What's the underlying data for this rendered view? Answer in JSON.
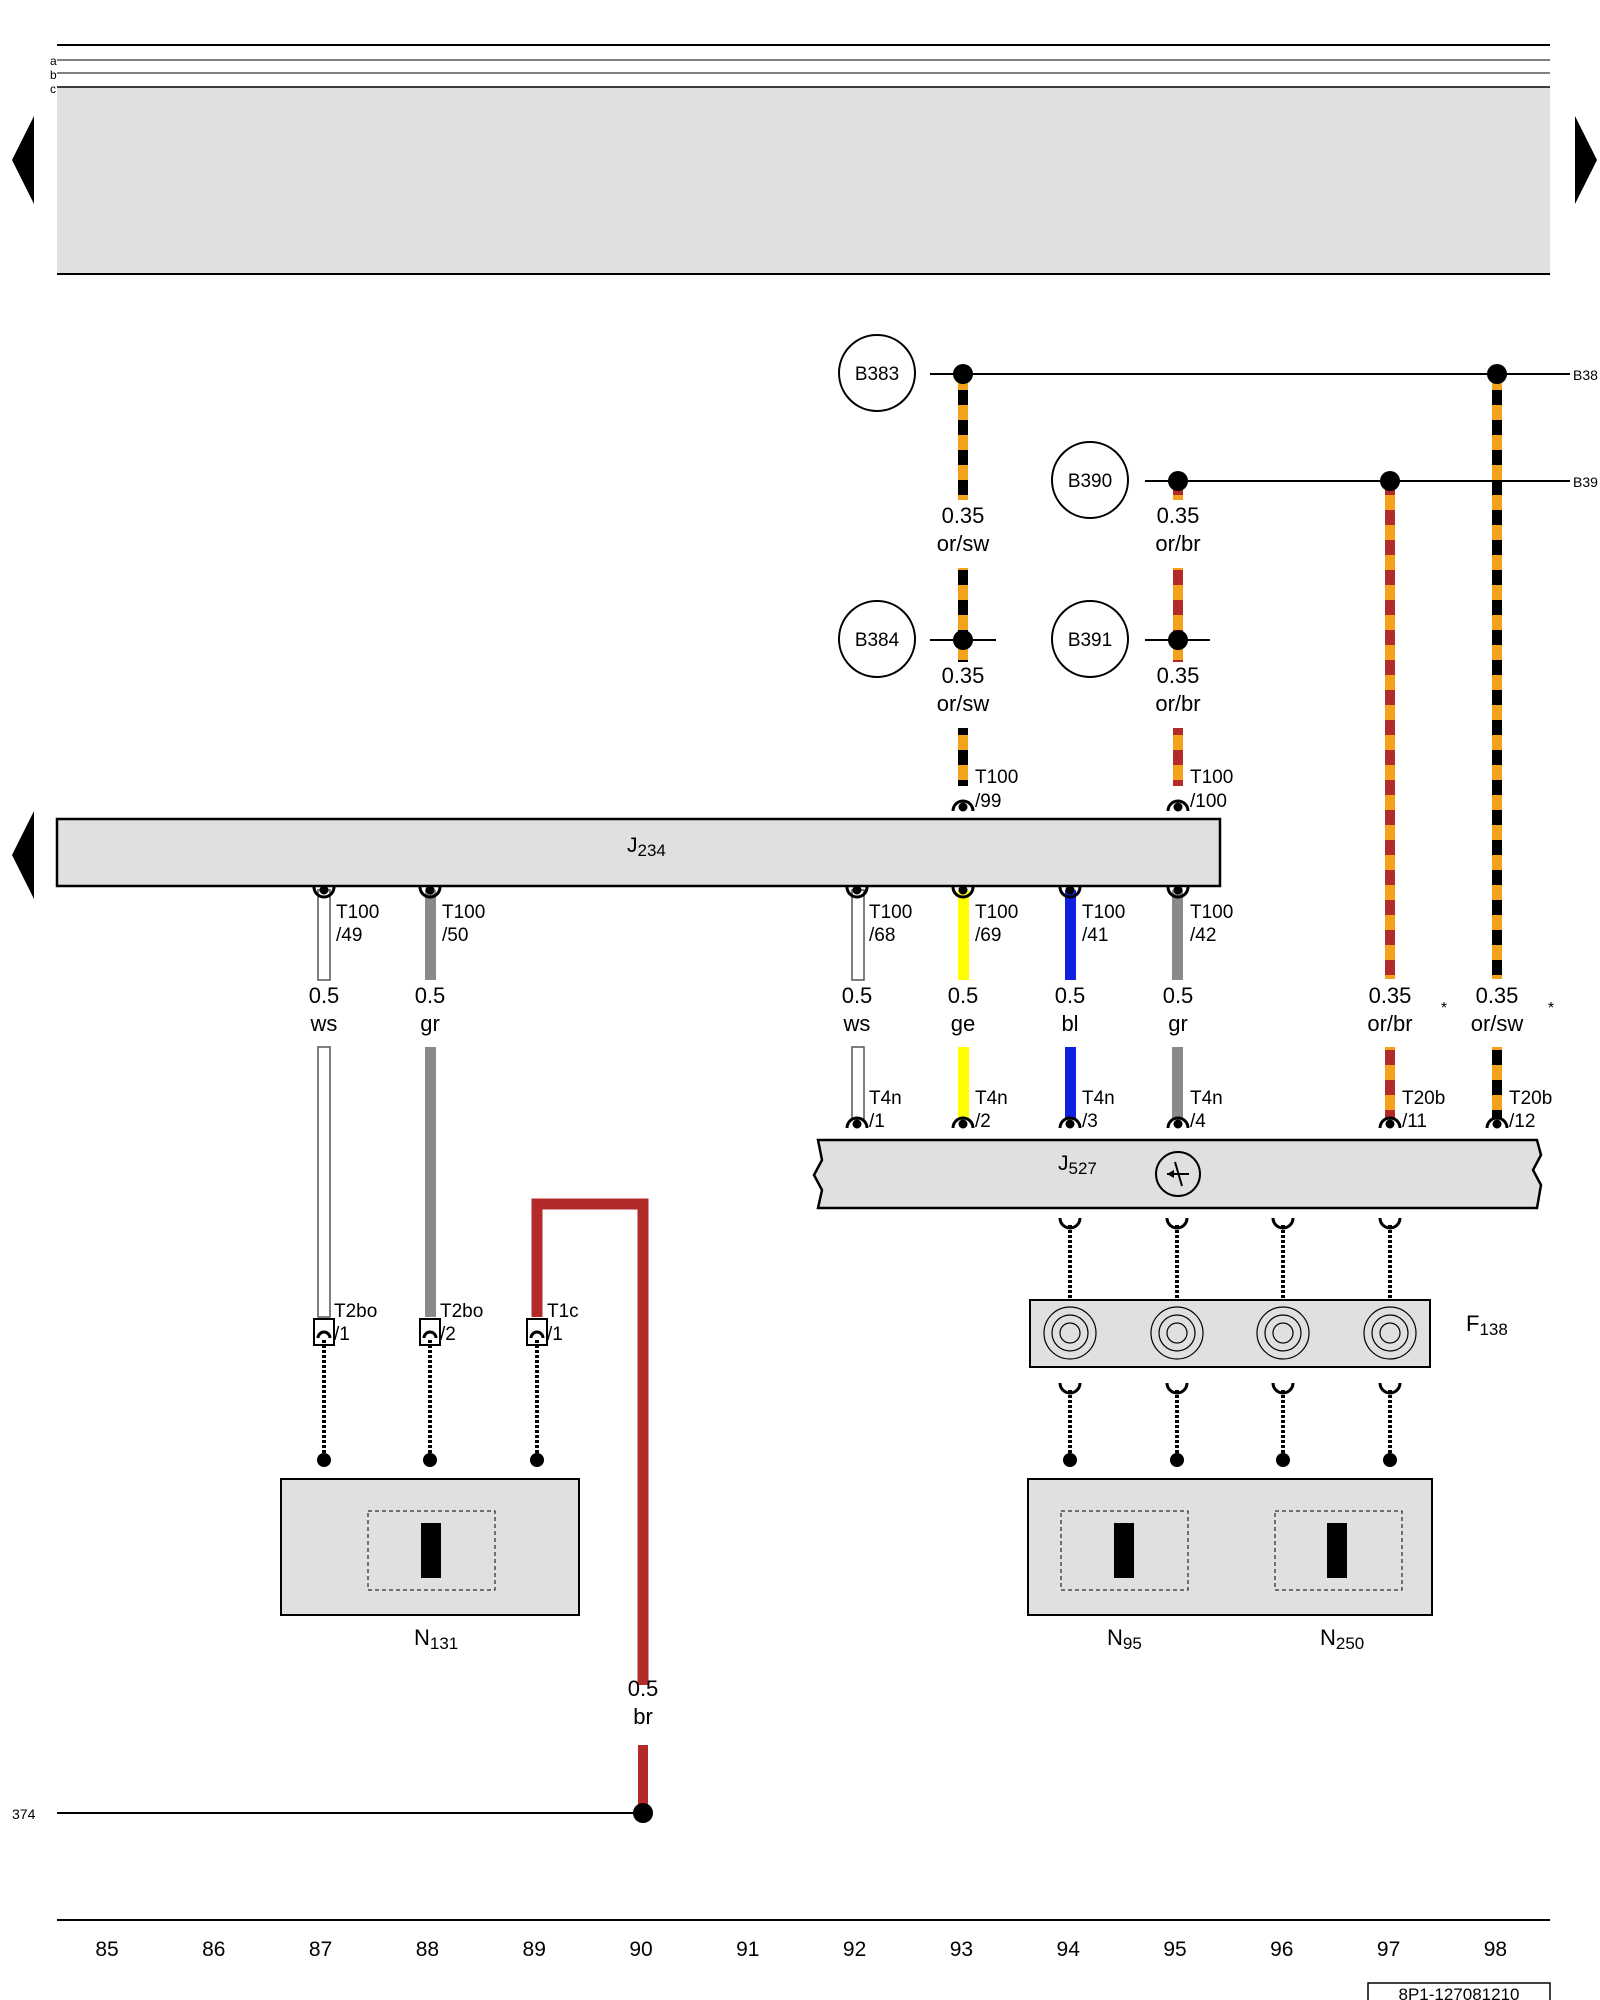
{
  "header": {
    "row_labels": [
      "a",
      "b",
      "c"
    ]
  },
  "components": {
    "J234": {
      "prefix": "J",
      "sub": "234"
    },
    "J527": {
      "prefix": "J",
      "sub": "527"
    },
    "F138": {
      "prefix": "F",
      "sub": "138"
    },
    "N131": {
      "prefix": "N",
      "sub": "131"
    },
    "N95": {
      "prefix": "N",
      "sub": "95"
    },
    "N250": {
      "prefix": "N",
      "sub": "250"
    }
  },
  "nodes": {
    "B383": "B383",
    "B390": "B390",
    "B384": "B384",
    "B391": "B391",
    "edge_right_1": "B38",
    "edge_right_2": "B39",
    "edge_left_374": "374"
  },
  "wires": {
    "w93a": {
      "size": "0.35",
      "color": "or/sw"
    },
    "w95a": {
      "size": "0.35",
      "color": "or/br"
    },
    "w93b": {
      "size": "0.35",
      "color": "or/sw"
    },
    "w95b": {
      "size": "0.35",
      "color": "or/br"
    },
    "w87": {
      "size": "0.5",
      "color": "ws"
    },
    "w88": {
      "size": "0.5",
      "color": "gr"
    },
    "w92": {
      "size": "0.5",
      "color": "ws"
    },
    "w93": {
      "size": "0.5",
      "color": "ge"
    },
    "w94": {
      "size": "0.5",
      "color": "bl"
    },
    "w95": {
      "size": "0.5",
      "color": "gr"
    },
    "w97": {
      "size": "0.35",
      "color": "or/br",
      "mark": "*"
    },
    "w98": {
      "size": "0.35",
      "color": "or/sw",
      "mark": "*"
    },
    "w90": {
      "size": "0.5",
      "color": "br"
    }
  },
  "connectors": {
    "c93_top": {
      "a": "T100",
      "b": "/99"
    },
    "c95_top": {
      "a": "T100",
      "b": "/100"
    },
    "c87": {
      "a": "T100",
      "b": "/49"
    },
    "c88": {
      "a": "T100",
      "b": "/50"
    },
    "c92": {
      "a": "T100",
      "b": "/68"
    },
    "c93": {
      "a": "T100",
      "b": "/69"
    },
    "c94": {
      "a": "T100",
      "b": "/41"
    },
    "c95": {
      "a": "T100",
      "b": "/42"
    },
    "c92b": {
      "a": "T4n",
      "b": "/1"
    },
    "c93b": {
      "a": "T4n",
      "b": "/2"
    },
    "c94b": {
      "a": "T4n",
      "b": "/3"
    },
    "c95b": {
      "a": "T4n",
      "b": "/4"
    },
    "c97b": {
      "a": "T20b",
      "b": "/11"
    },
    "c98b": {
      "a": "T20b",
      "b": "/12"
    },
    "c87b": {
      "a": "T2bo",
      "b": "/1"
    },
    "c88b": {
      "a": "T2bo",
      "b": "/2"
    },
    "c89b": {
      "a": "T1c",
      "b": "/1"
    }
  },
  "columns": [
    "85",
    "86",
    "87",
    "88",
    "89",
    "90",
    "91",
    "92",
    "93",
    "94",
    "95",
    "96",
    "97",
    "98"
  ],
  "footer": {
    "code": "8P1-127081210"
  },
  "colors": {
    "orange": "#f5a21b",
    "black": "#000000",
    "brown_red": "#b22a2a",
    "yellow": "#ffff00",
    "blue": "#1020e0",
    "grey": "#8a8a8a",
    "component_fill": "#e0e0e0"
  }
}
